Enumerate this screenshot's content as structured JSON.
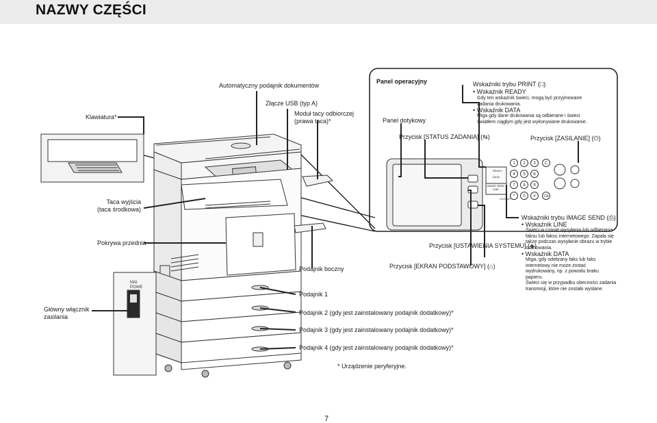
{
  "page": {
    "title": "NAZWY CZĘŚCI",
    "page_number": "7",
    "footnote": "* Urządzenie peryferyjne."
  },
  "labels": {
    "keyboard": "Klawiatura*",
    "adf": "Automatyczny podajnik dokumentów",
    "usb": "Złącze USB (typ A)",
    "tray_module_1": "Moduł tacy odbiorczej",
    "tray_module_2": "(prawa taca)*",
    "exit_tray_1": "Taca wyjścia",
    "exit_tray_2": "(taca środkowa)",
    "front_cover": "Pokrywa przednia",
    "main_switch_1": "Główny włącznik",
    "main_switch_2": "zasilania",
    "bypass_tray": "Podajnik boczny",
    "tray1": "Podajnik 1",
    "tray2": "Podajnik 2 (gdy jest zainstalowany podajnik dodatkowy)*",
    "tray3": "Podajnik 3 (gdy jest zainstalowany podajnik dodatkowy)*",
    "tray4": "Podajnik 4 (gdy jest zainstalowany podajnik dodatkowy)*"
  },
  "panel": {
    "heading": "Panel operacyjny",
    "touch_panel": "Panel dotykowy",
    "print_mode": "Wskaźniki trybu PRINT (",
    "print_mode_end": ")",
    "ready": "• Wskaźnik READY",
    "ready_desc_1": "Gdy ten wskaźnik świeci, mogą być przyjmowane",
    "ready_desc_2": "zadania drukowania.",
    "data": "• Wskaźnik DATA",
    "data_desc_1": "Miga gdy dane drukowania są odbierane i świeci",
    "data_desc_2": "światłem ciągłym gdy jest wykonywane drukowanie.",
    "job_status": "Przycisk [STATUS ZADANIA] (",
    "job_status_end": ")",
    "power": "Przycisk [ZASILANIE] (",
    "power_end": ")",
    "system_settings": "Przycisk [USTAWIENIA SYSTEMU] (",
    "system_settings_end": ")",
    "home_screen": "Przycisk [EKRAN PODSTAWOWY] (",
    "home_screen_end": ")",
    "image_send": "Wskaźniki trybu IMAGE SEND (",
    "image_send_end": ")",
    "line": "• Wskaźnik LINE",
    "line_desc_1": "Świeci w czasie wysyłania lub odbierania",
    "line_desc_2": "faksu lub faksu internetowego. Zapala się",
    "line_desc_3": "także podczas wysyłanie obrazu w trybie",
    "line_desc_4": "skanowania.",
    "data2": "• Wskaźnik DATA",
    "data2_desc_1": "Miga, gdy odebrany faks lub faks",
    "data2_desc_2": "internetowy nie może zostać",
    "data2_desc_3": "wydrukowany, np. z powodu braku",
    "data2_desc_4": "papieru.",
    "data2_desc_5": "Świeci się w przypadku obecności zadania",
    "data2_desc_6": "transmisji, które nie zostało wysłane.",
    "keypad_keys": [
      "1",
      "2",
      "3",
      "C",
      "4",
      "5",
      "6",
      "7",
      "8",
      "9",
      "*",
      "0",
      "#",
      "CA"
    ],
    "ind_ready": "READY",
    "ind_data": "DATA",
    "ind_line": "LINE",
    "ind_logout": "LOGOUT",
    "ind_image_send": "IMAGE SEND"
  },
  "device": {
    "switch_text_1": "MAI",
    "switch_text_2": "POWE"
  }
}
